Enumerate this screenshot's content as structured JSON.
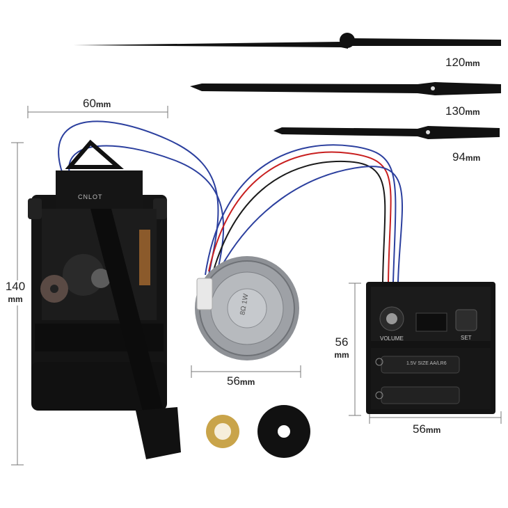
{
  "image": {
    "subject": "pendulum clock movement kit"
  },
  "dimensions": {
    "second_hand": {
      "value": "120",
      "unit": "mm"
    },
    "minute_hand": {
      "value": "130",
      "unit": "mm"
    },
    "hour_hand": {
      "value": "94",
      "unit": "mm"
    },
    "movement_width": {
      "value": "60",
      "unit": "mm"
    },
    "movement_height": {
      "value": "140",
      "unit": "mm"
    },
    "speaker_diameter": {
      "value": "56",
      "unit": "mm"
    },
    "control_box_height": {
      "value": "56",
      "unit": "mm"
    },
    "control_box_width": {
      "value": "56",
      "unit": "mm"
    }
  },
  "labels": {
    "brand": "CNLOT",
    "volume": "VOLUME",
    "set": "SET",
    "speaker_marking": "8Ω 1W",
    "battery_marking": "1.5V SIZE AA/LR6"
  },
  "colors": {
    "plastic": "#111111",
    "speaker_metal": "#8e9196",
    "wire_blue": "#2b3f9e",
    "wire_red": "#c81e1e",
    "wire_black": "#1a1a1a",
    "brass": "#c9a44a"
  }
}
